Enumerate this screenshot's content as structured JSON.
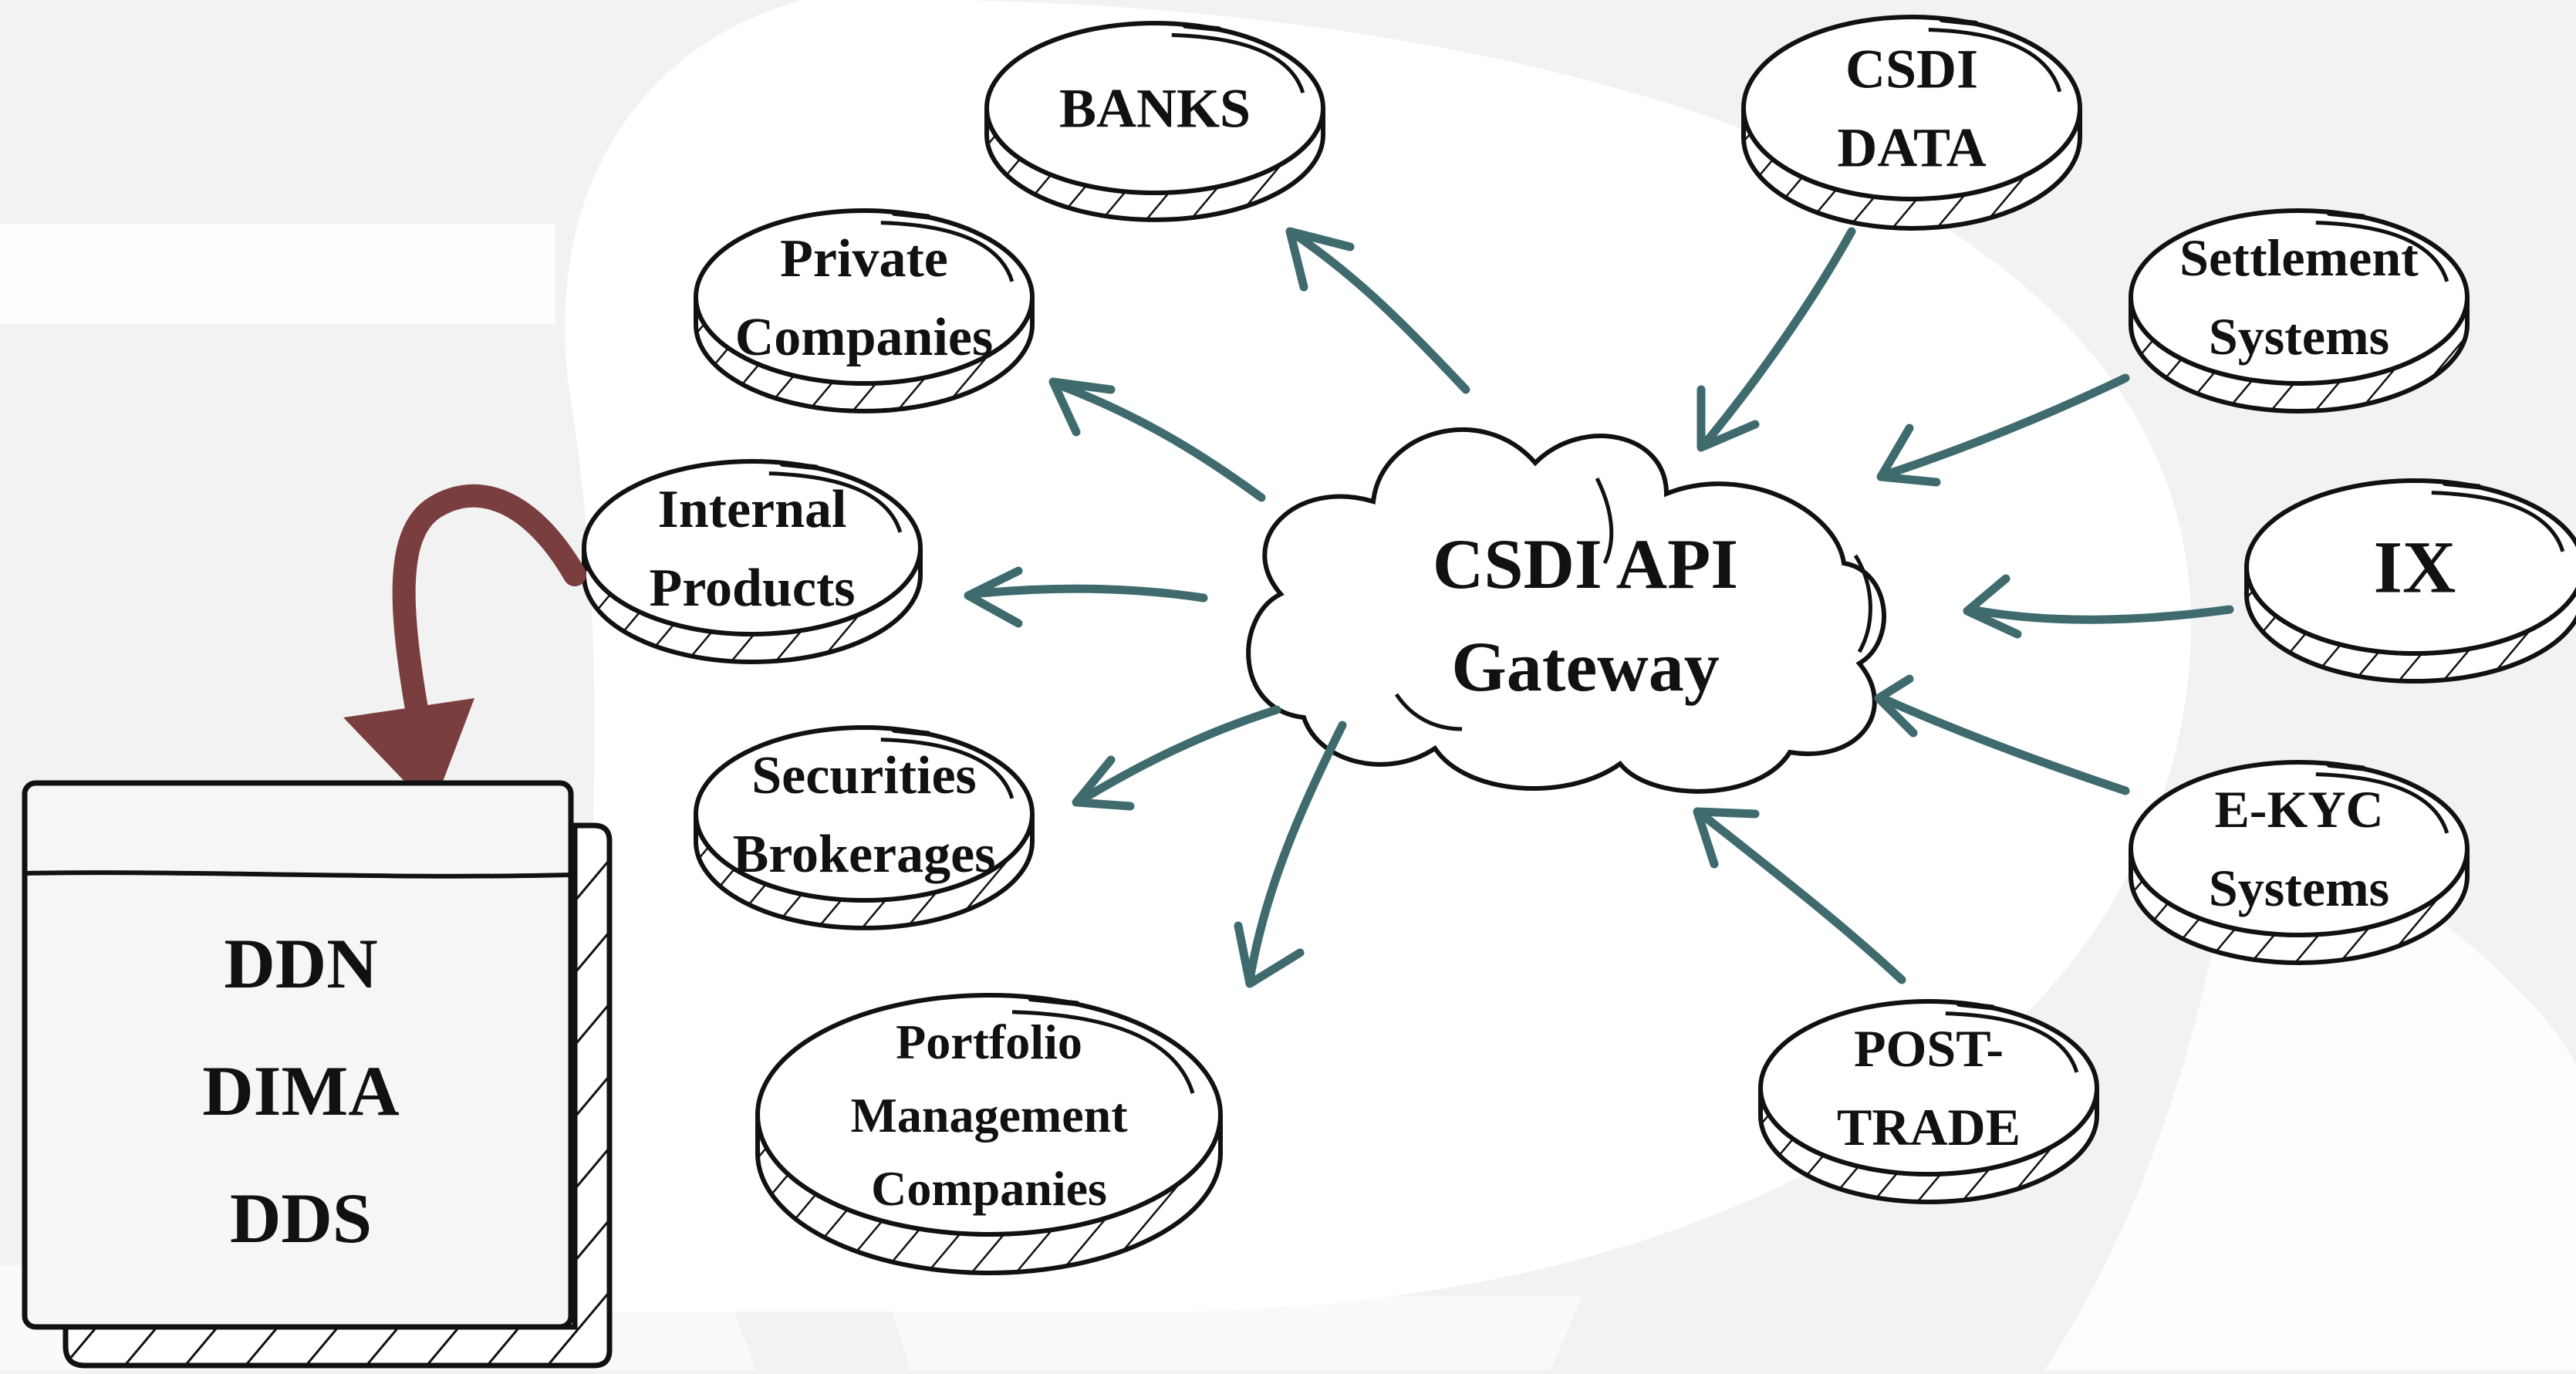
{
  "gateway": {
    "lines": [
      "CSDI API",
      "Gateway"
    ]
  },
  "nodes": {
    "banks": [
      "BANKS"
    ],
    "private_companies": [
      "Private",
      "Companies"
    ],
    "internal_products": [
      "Internal",
      "Products"
    ],
    "securities_brokerages": [
      "Securities",
      "Brokerages"
    ],
    "portfolio_management": [
      "Portfolio",
      "Management",
      "Companies"
    ],
    "csdi_data": [
      "CSDI",
      "DATA"
    ],
    "settlement_systems": [
      "Settlement",
      "Systems"
    ],
    "ix": [
      "IX"
    ],
    "ekyc_systems": [
      "E-KYC",
      "Systems"
    ],
    "post_trade": [
      "POST-",
      "TRADE"
    ]
  },
  "database": {
    "lines": [
      "DDN",
      "DIMA",
      "DDS"
    ]
  },
  "colors": {
    "arrow": "#3f6b6e",
    "curved_arrow": "#7a3e3e",
    "ink": "#111111",
    "coin_fill": "#ffffff",
    "background": "#f2f2f2"
  }
}
